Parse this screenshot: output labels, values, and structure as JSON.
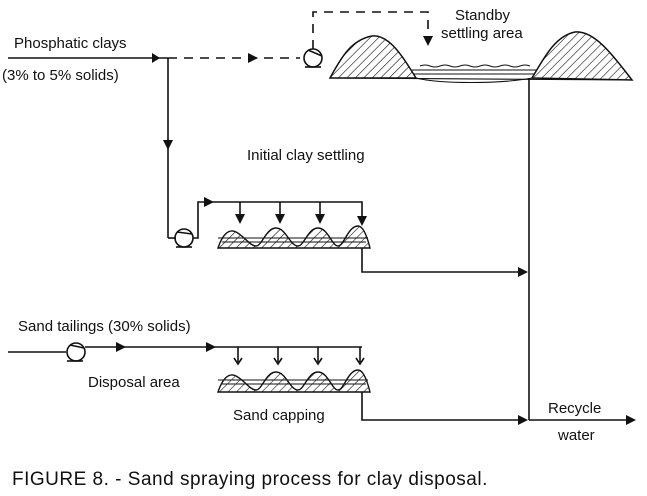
{
  "labels": {
    "phosphatic_clays": "Phosphatic clays",
    "solids_range": "(3% to 5% solids)",
    "standby_line1": "Standby",
    "standby_line2": "settling area",
    "initial_clay_settling": "Initial clay settling",
    "sand_tailings": "Sand tailings (30% solids)",
    "disposal_area": "Disposal area",
    "sand_capping": "Sand capping",
    "recycle_line1": "Recycle",
    "recycle_line2": "water"
  },
  "caption": "FIGURE 8. - Sand spraying process for clay disposal.",
  "icons": [
    "pump-icon",
    "arrow-icon",
    "mound-icon"
  ]
}
